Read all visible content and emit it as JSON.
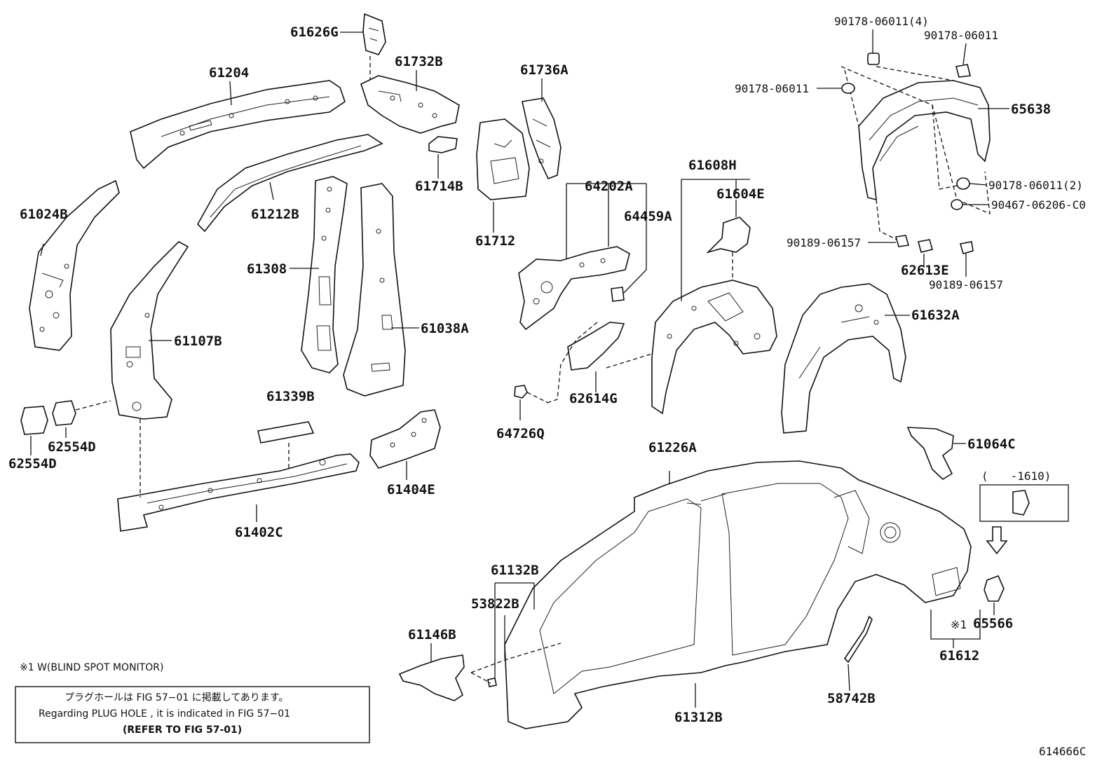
{
  "diagram_id": "614666C",
  "parts": {
    "p61626G": "61626G",
    "p61204": "61204",
    "p61732B": "61732B",
    "p61736A": "61736A",
    "p61714B": "61714B",
    "p61024B": "61024B",
    "p61212B": "61212B",
    "p61712": "61712",
    "p61308": "61308",
    "p61107B": "61107B",
    "p61038A": "61038A",
    "p62554D_a": "62554D",
    "p62554D_b": "62554D",
    "p61339B": "61339B",
    "p61404E": "61404E",
    "p61402C": "61402C",
    "p64202A": "64202A",
    "p64459A": "64459A",
    "p62614G": "62614G",
    "p64726Q": "64726Q",
    "p61608H": "61608H",
    "p61604E": "61604E",
    "p61632A": "61632A",
    "p65638": "65638",
    "f1": "90178-06011(4)",
    "f2": "90178-06011",
    "f3": "90178-06011",
    "f4": "90178-06011(2)",
    "f5": "90467-06206-C0",
    "f6": "90189-06157",
    "f7": "90189-06157",
    "p62613E": "62613E",
    "p61064C": "61064C",
    "p61226A": "61226A",
    "date_range": "(　　-1610)",
    "p61132B": "61132B",
    "p53822B": "53822B",
    "p61146B": "61146B",
    "p65566": "65566",
    "mark1": "※1",
    "p61612": "61612",
    "p61312B": "61312B",
    "p58742B": "58742B"
  },
  "footnote": "※1 W(BLIND SPOT MONITOR)",
  "notice": {
    "line1": "プラグホールは FIG 57−01 に掲載してあります。",
    "line2": "Regarding  PLUG  HOLE , it is indicated in FIG  57−01",
    "line3": "(REFER TO FIG 57-01)"
  }
}
